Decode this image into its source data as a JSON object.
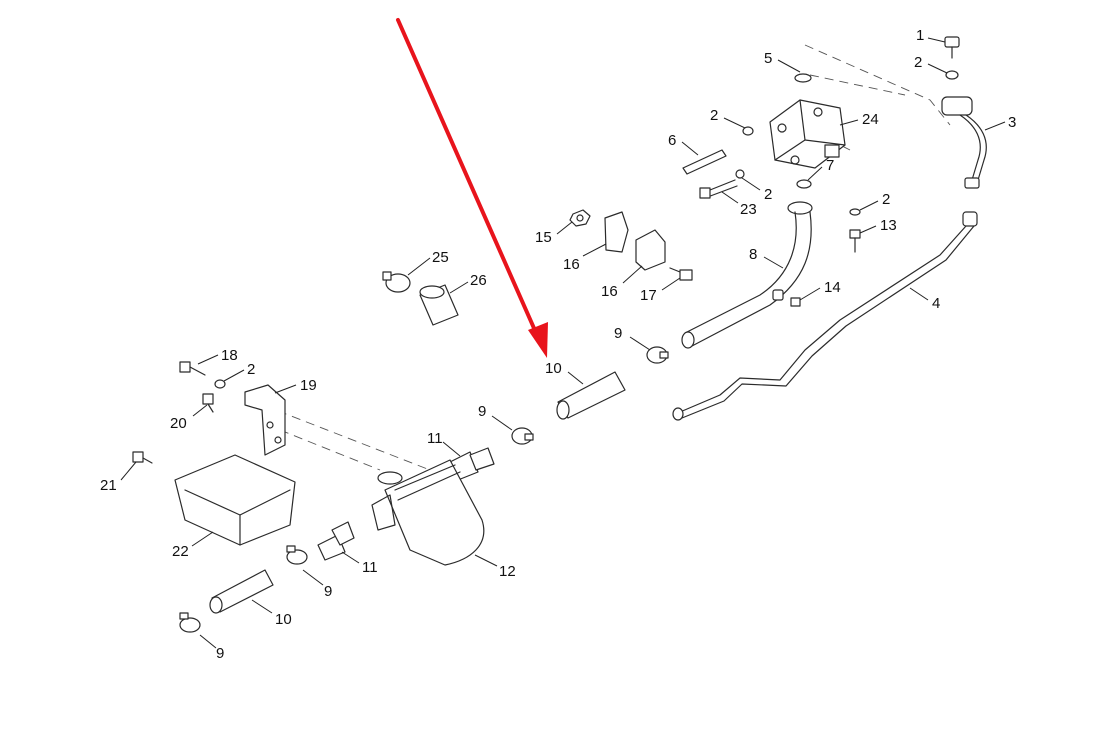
{
  "diagram": {
    "arrow_color": "#e8141c",
    "callouts": [
      {
        "label": "1"
      },
      {
        "label": "2"
      },
      {
        "label": "3"
      },
      {
        "label": "5"
      },
      {
        "label": "2"
      },
      {
        "label": "24"
      },
      {
        "label": "6"
      },
      {
        "label": "7"
      },
      {
        "label": "2"
      },
      {
        "label": "23"
      },
      {
        "label": "2"
      },
      {
        "label": "13"
      },
      {
        "label": "15"
      },
      {
        "label": "16"
      },
      {
        "label": "16"
      },
      {
        "label": "17"
      },
      {
        "label": "8"
      },
      {
        "label": "14"
      },
      {
        "label": "4"
      },
      {
        "label": "25"
      },
      {
        "label": "26"
      },
      {
        "label": "9"
      },
      {
        "label": "10"
      },
      {
        "label": "18"
      },
      {
        "label": "2"
      },
      {
        "label": "19"
      },
      {
        "label": "20"
      },
      {
        "label": "9"
      },
      {
        "label": "11"
      },
      {
        "label": "21"
      },
      {
        "label": "22"
      },
      {
        "label": "11"
      },
      {
        "label": "12"
      },
      {
        "label": "9"
      },
      {
        "label": "10"
      },
      {
        "label": "9"
      }
    ]
  }
}
